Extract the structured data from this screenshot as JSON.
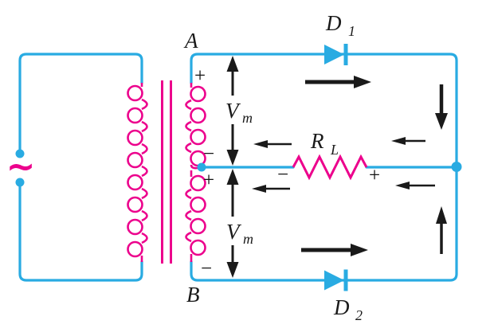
{
  "diagram": {
    "nodes": {
      "top": "A",
      "bottom": "B"
    },
    "source": {
      "symbol": "~"
    },
    "diodes": {
      "d1": {
        "base": "D",
        "sub": "1"
      },
      "d2": {
        "base": "D",
        "sub": "2"
      }
    },
    "load": {
      "base": "R",
      "sub": "L",
      "left_polarity": "−",
      "right_polarity": "+"
    },
    "secondary": {
      "top_plus": "+",
      "center_minus": "−",
      "center_plus": "+",
      "bottom_minus": "−"
    },
    "vm_top": {
      "base": "V",
      "sub": "m"
    },
    "vm_bottom": {
      "base": "V",
      "sub": "m"
    }
  },
  "colors": {
    "wire": "#29ABE2",
    "winding": "#EC008C",
    "arrow": "#1A1A1A",
    "background": "#FFFFFF"
  }
}
